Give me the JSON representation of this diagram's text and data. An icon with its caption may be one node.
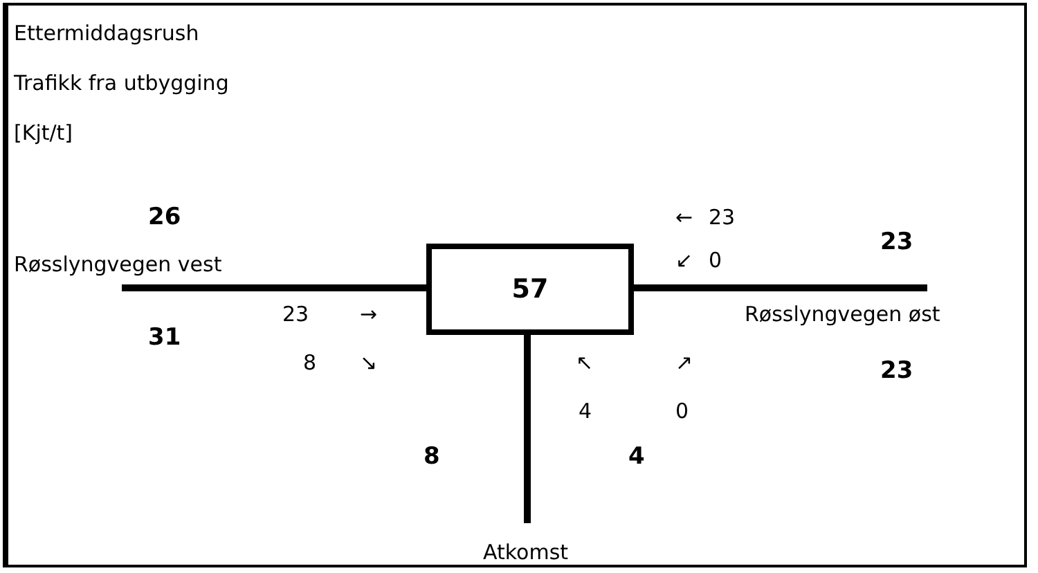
{
  "diagram": {
    "nodes": [
      {
        "text": [
          "57"
        ]
      },
      {
        "text": [
          "Røsslyngvegen vest"
        ]
      },
      {
        "text": [
          "Røsslyngvegen øst"
        ]
      },
      {
        "text": [
          "Atkomst"
        ]
      }
    ],
    "edges": [
      {
        "from": 1,
        "to": 0,
        "arrow": "none"
      },
      {
        "from": 0,
        "to": 2,
        "arrow": "none"
      },
      {
        "from": 0,
        "to": 3,
        "arrow": "none"
      }
    ],
    "labels": [
      "Ettermiddagsrush",
      "Trafikk fra utbygging",
      "[Kjt/t]",
      "26",
      "←",
      "23",
      "23",
      "↙",
      "0",
      "23",
      "→",
      "31",
      "8",
      "↘",
      "↖",
      "↗",
      "23",
      "4",
      "0",
      "8",
      "4"
    ]
  }
}
